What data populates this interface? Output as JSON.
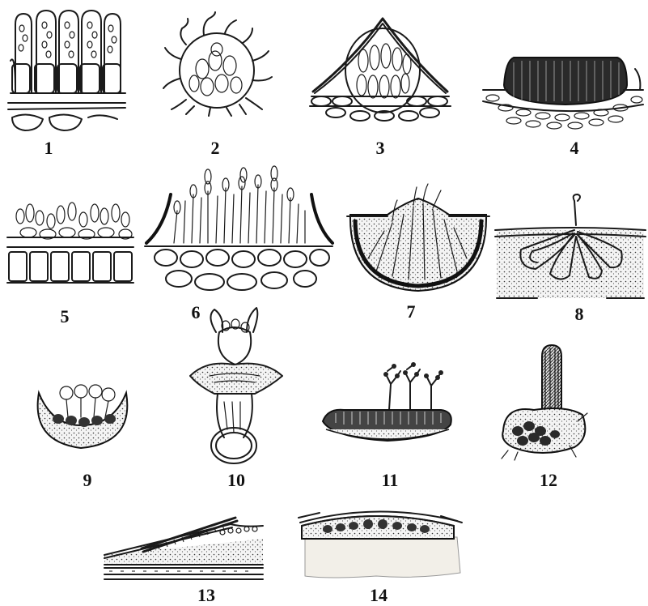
{
  "figures": [
    {
      "id": 1,
      "label": "1"
    },
    {
      "id": 2,
      "label": "2"
    },
    {
      "id": 3,
      "label": "3"
    },
    {
      "id": 4,
      "label": "4"
    },
    {
      "id": 5,
      "label": "5"
    },
    {
      "id": 6,
      "label": "6"
    },
    {
      "id": 7,
      "label": "7"
    },
    {
      "id": 8,
      "label": "8"
    },
    {
      "id": 9,
      "label": "9"
    },
    {
      "id": 10,
      "label": "10"
    },
    {
      "id": 11,
      "label": "11"
    },
    {
      "id": 12,
      "label": "12"
    },
    {
      "id": 13,
      "label": "13"
    },
    {
      "id": 14,
      "label": "14"
    }
  ]
}
